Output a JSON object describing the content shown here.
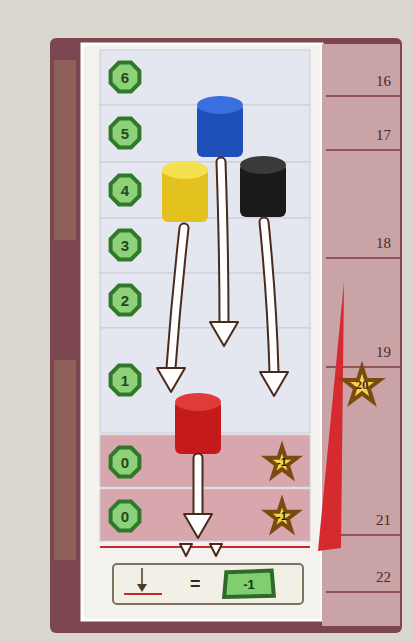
{
  "diagram": {
    "nodes": [
      {
        "text": [
          "6"
        ]
      },
      {
        "text": [
          "5"
        ]
      },
      {
        "text": [
          "4"
        ]
      },
      {
        "text": [
          "3"
        ]
      },
      {
        "text": [
          "2"
        ]
      },
      {
        "text": [
          "1"
        ]
      },
      {
        "text": [
          "0"
        ]
      },
      {
        "text": [
          "0"
        ]
      },
      {
        "text": [
          "-1"
        ]
      },
      {
        "text": [
          "-1"
        ]
      },
      {
        "text": [
          "20"
        ]
      },
      {
        "text": [
          "="
        ]
      },
      {
        "text": [
          "-1"
        ],
        "in": 11
      }
    ],
    "labels": [
      "16",
      "17",
      "18",
      "19",
      "21",
      "22"
    ]
  }
}
